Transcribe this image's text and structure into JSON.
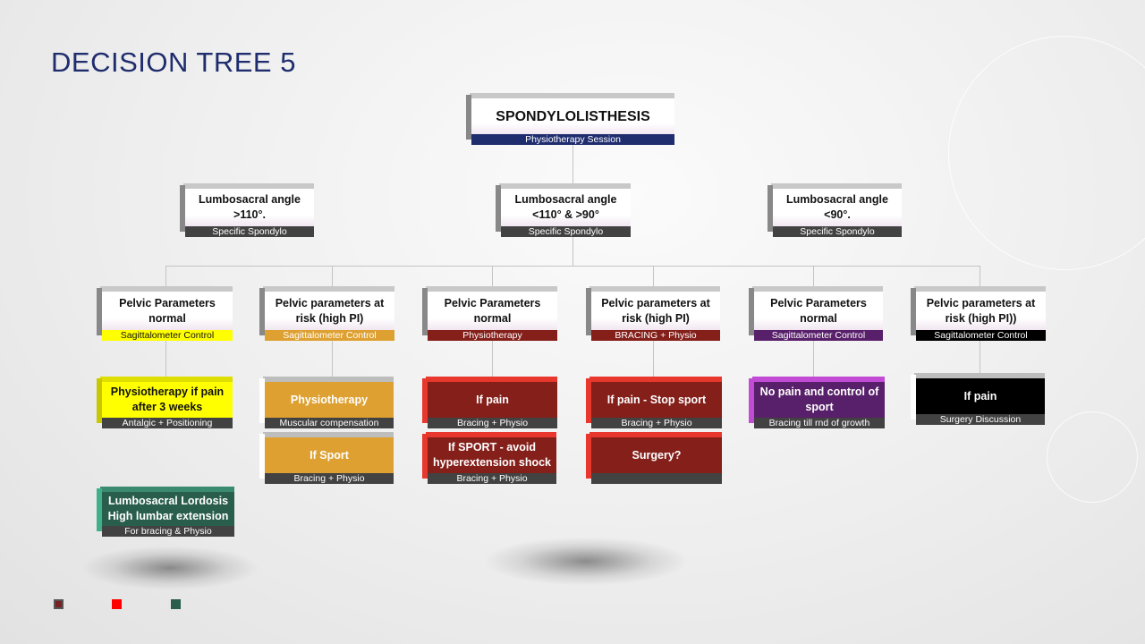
{
  "title": "DECISION TREE 5",
  "colors": {
    "navy": "#1f2d6e",
    "gray_bar": "#424242",
    "yellow": "#ffff00",
    "orange": "#dea031",
    "maroon": "#841f1a",
    "red_edge": "#e8372c",
    "purple": "#58206a",
    "purple_edge": "#c24bd6",
    "black": "#000000",
    "teal": "#2a5e4c"
  },
  "root": {
    "title": "SPONDYLOLISTHESIS",
    "sub": "Physiotherapy Session"
  },
  "level2": [
    {
      "title": "Lumbosacral angle >110°.",
      "sub": "Specific Spondylo"
    },
    {
      "title": "Lumbosacral angle <110° & >90°",
      "sub": "Specific Spondylo"
    },
    {
      "title": "Lumbosacral angle <90°.",
      "sub": "Specific Spondylo"
    }
  ],
  "level3": [
    {
      "title": "Pelvic Parameters normal",
      "sub": "Sagittalometer Control"
    },
    {
      "title": "Pelvic parameters at risk (high PI)",
      "sub": "Sagittalometer Control"
    },
    {
      "title": "Pelvic Parameters normal",
      "sub": "Physiotherapy"
    },
    {
      "title": "Pelvic parameters at risk (high PI)",
      "sub": "BRACING + Physio"
    },
    {
      "title": "Pelvic Parameters normal",
      "sub": "Sagittalometer Control"
    },
    {
      "title": "Pelvic parameters at risk (high PI))",
      "sub": "Sagittalometer Control"
    }
  ],
  "level4": [
    {
      "title": "Physiotherapy if pain after 3 weeks",
      "sub": "Antalgic + Positioning"
    },
    {
      "title": "Physiotherapy",
      "sub": "Muscular compensation"
    },
    {
      "title": "If pain",
      "sub": "Bracing + Physio"
    },
    {
      "title": "If pain - Stop sport",
      "sub": "Bracing + Physio"
    },
    {
      "title": "No pain and control of sport",
      "sub": "Bracing till rnd of growth"
    },
    {
      "title": "If pain",
      "sub": "Surgery Discussion"
    }
  ],
  "level5": [
    {
      "title": "If Sport",
      "sub": "Bracing + Physio"
    },
    {
      "title": "If SPORT - avoid hyperextension shock",
      "sub": "Bracing + Physio"
    },
    {
      "title": "Surgery?",
      "sub": ""
    }
  ],
  "extra": {
    "title": "Lumbosacral Lordosis High lumbar extension",
    "sub": "For bracing & Physio"
  }
}
